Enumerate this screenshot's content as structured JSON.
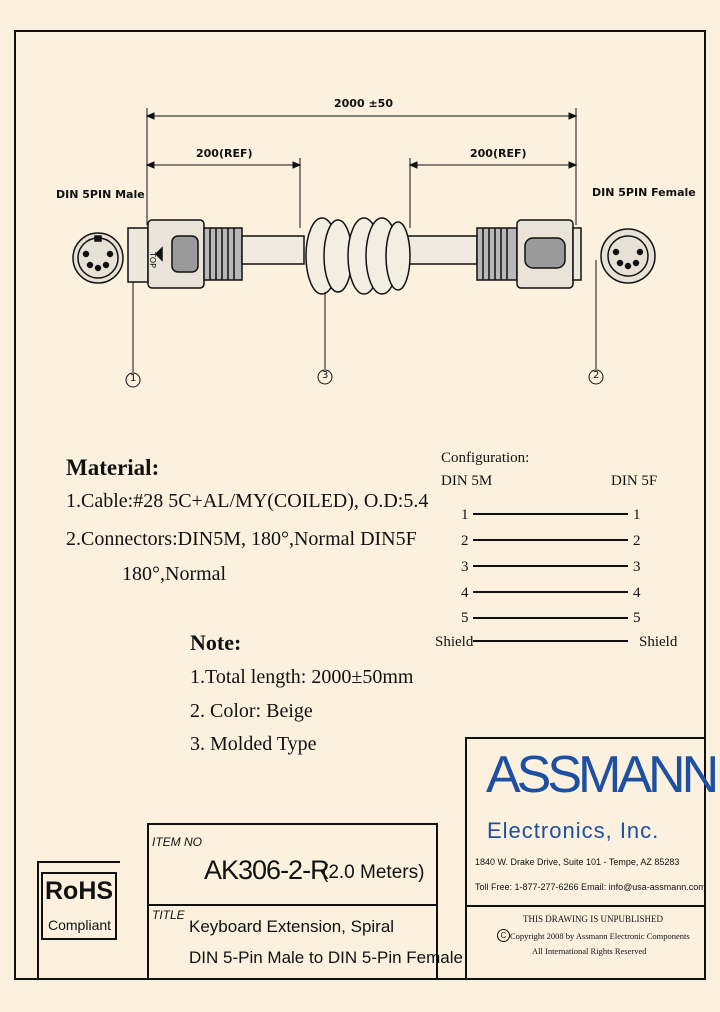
{
  "drawing": {
    "overall_dim": "2000 ±50",
    "ref_left": "200(REF)",
    "ref_right": "200(REF)",
    "male_label": "DIN 5PIN Male",
    "female_label": "DIN 5PIN Female",
    "top_marker": "TOP",
    "callouts": [
      "1",
      "3",
      "2"
    ]
  },
  "material": {
    "heading": "Material:",
    "line1": "1.Cable:#28 5C+AL/MY(COILED), O.D:5.4",
    "line2": "2.Connectors:DIN5M, 180°,Normal DIN5F",
    "line3": "180°,Normal"
  },
  "configuration": {
    "heading": "Configuration:",
    "left_header": "DIN 5M",
    "right_header": "DIN 5F",
    "rows": [
      {
        "left": "1",
        "right": "1"
      },
      {
        "left": "2",
        "right": "2"
      },
      {
        "left": "3",
        "right": "3"
      },
      {
        "left": "4",
        "right": "4"
      },
      {
        "left": "5",
        "right": "5"
      },
      {
        "left": "Shield",
        "right": "Shield"
      }
    ]
  },
  "note": {
    "heading": "Note:",
    "items": [
      "1.Total length: 2000±50mm",
      "2. Color: Beige",
      "3. Molded Type"
    ]
  },
  "company": {
    "name": "ASSMANN",
    "subtitle": "Electronics, Inc.",
    "address": "1840 W. Drake Drive, Suite 101 - Tempe, AZ 85283",
    "contact": "Toll Free: 1-877-277-6266   Email: info@usa-assmann.com",
    "brand_color": "#1d4fa3"
  },
  "legal": {
    "line1": "THIS DRAWING IS UNPUBLISHED",
    "line2": "Copyright 2008 by Assmann Electronic Components",
    "line3": "All International Rights Reserved",
    "copyright_symbol": "C"
  },
  "rohs": {
    "title": "RoHS",
    "subtitle": "Compliant"
  },
  "titleblock": {
    "item_label": "ITEM NO",
    "item_no": "AK306-2-R",
    "item_note": "(2.0 Meters)",
    "title_label": "TITLE",
    "title_line1": "Keyboard Extension, Spiral",
    "title_line2": "DIN 5-Pin Male to DIN 5-Pin Female"
  }
}
